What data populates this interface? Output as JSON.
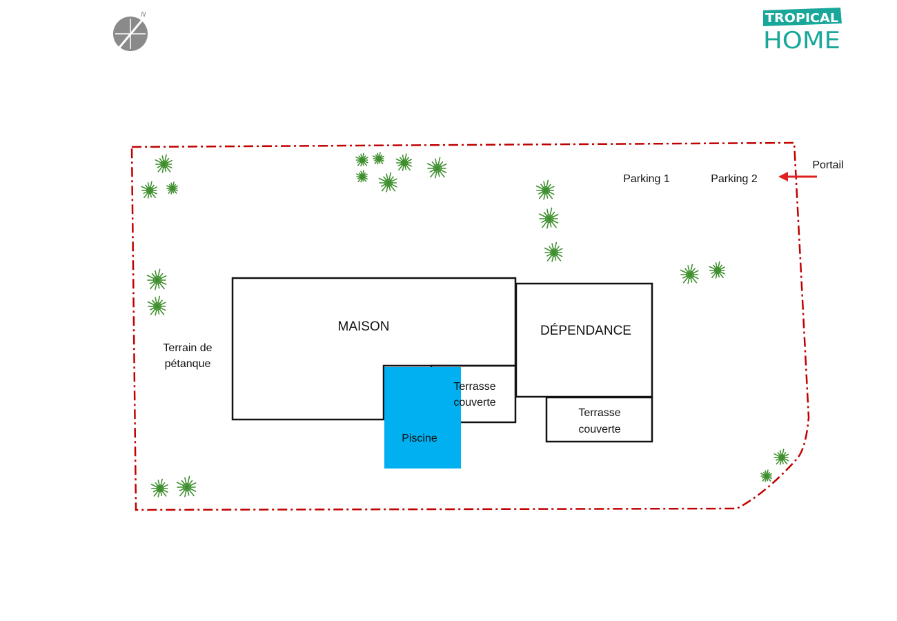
{
  "logo": {
    "line1": "TROPICAL",
    "line2": "HOME",
    "color": "#19a79a"
  },
  "compass": {
    "north_label": "N",
    "color": "#8a8a8a"
  },
  "colors": {
    "boundary": "#c00000",
    "arrow": "#e02020",
    "pool": "#00b0f0",
    "outline": "#111111",
    "tree": "#3f8f2f"
  },
  "labels": {
    "maison": "MAISON",
    "dependance": "DÉPENDANCE",
    "terrasse_1_line1": "Terrasse",
    "terrasse_1_line2": "couverte",
    "terrasse_2_line1": "Terrasse",
    "terrasse_2_line2": "couverte",
    "piscine": "Piscine",
    "petanque_line1": "Terrain de",
    "petanque_line2": "pétanque",
    "parking_1": "Parking 1",
    "parking_2": "Parking 2",
    "portail": "Portail"
  }
}
